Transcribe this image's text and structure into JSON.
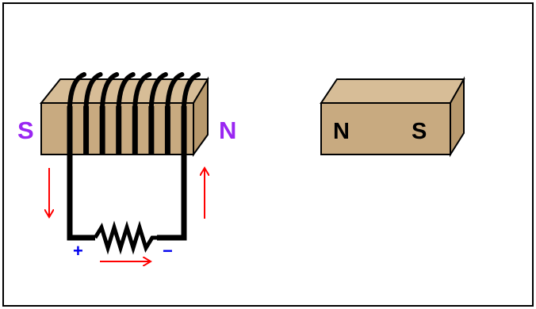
{
  "colors": {
    "wood_front": "#c8aa80",
    "wood_top": "#d7bd97",
    "wood_side": "#b8996d",
    "wire": "#000000",
    "arrow": "#ff0000",
    "pole_label": "#9a26f2",
    "polarity_sign": "#0000ee",
    "magnet_label": "#000000",
    "frame": "#000000"
  },
  "electromagnet": {
    "left_pole": "S",
    "right_pole": "N",
    "positive_sign": "+",
    "negative_sign": "−",
    "coil_turns": 8,
    "resistor_icon": "zigzag-resistor-icon",
    "current_arrows": [
      "down-arrow-icon",
      "right-arrow-icon",
      "up-arrow-icon"
    ]
  },
  "bar_magnet": {
    "left_pole": "N",
    "right_pole": "S"
  }
}
